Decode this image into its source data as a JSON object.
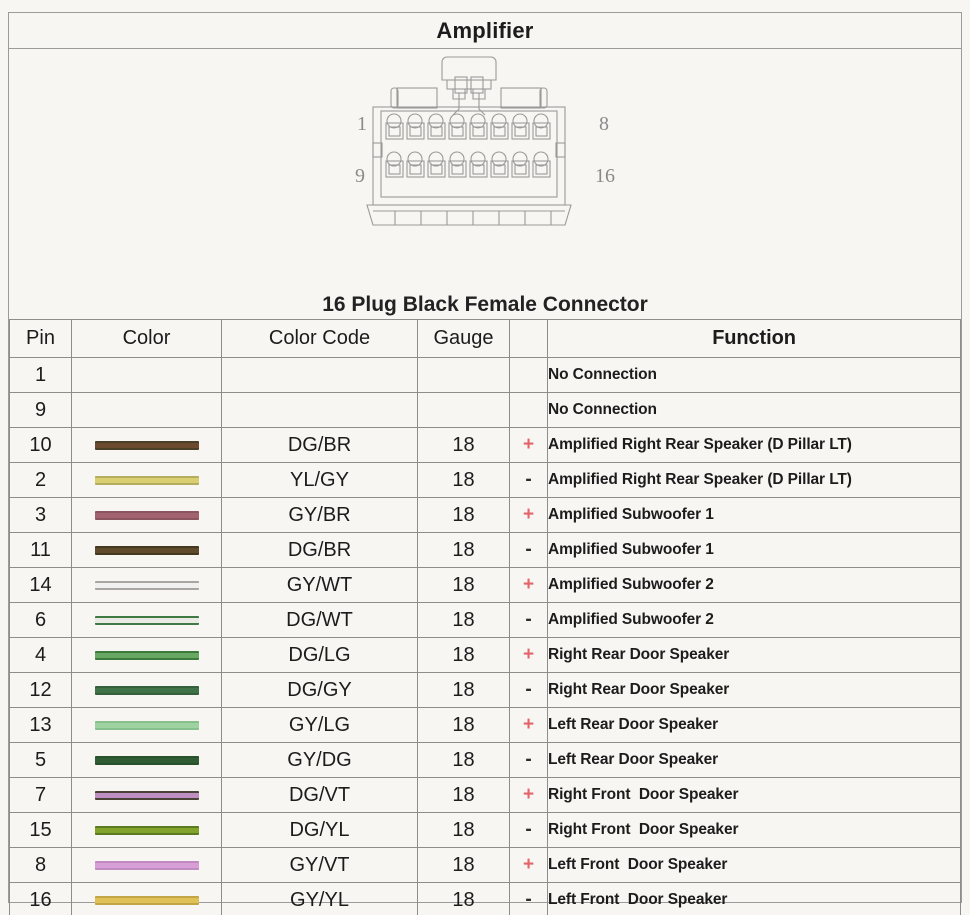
{
  "header": {
    "title": "Amplifier"
  },
  "diagram": {
    "caption": "16 Plug Black Female Connector",
    "pin_labels": {
      "top_left": "1",
      "top_right": "8",
      "bottom_left": "9",
      "bottom_right": "16"
    },
    "rows": 2,
    "columns": 8
  },
  "table": {
    "columns": [
      "Pin",
      "Color",
      "Color Code",
      "Gauge",
      "",
      "Function"
    ],
    "rows": [
      {
        "pin": "1",
        "color_code": "",
        "gauge": "",
        "polarity": "",
        "function": "No Connection",
        "wire": {
          "base": "",
          "stripe": "",
          "style": "none"
        }
      },
      {
        "pin": "9",
        "color_code": "",
        "gauge": "",
        "polarity": "",
        "function": "No Connection",
        "wire": {
          "base": "",
          "stripe": "",
          "style": "none"
        }
      },
      {
        "pin": "10",
        "color_code": "DG/BR",
        "gauge": "18",
        "polarity": "+",
        "function": "Amplified Right Rear Speaker (D Pillar LT)",
        "wire": {
          "base": "#6b4a2f",
          "stripe": "#4a4029",
          "style": "striped"
        }
      },
      {
        "pin": "2",
        "color_code": "YL/GY",
        "gauge": "18",
        "polarity": "-",
        "function": "Amplified Right Rear Speaker (D Pillar LT)",
        "wire": {
          "base": "#d9cf72",
          "stripe": "#b4ad5e",
          "style": "striped"
        }
      },
      {
        "pin": "3",
        "color_code": "GY/BR",
        "gauge": "18",
        "polarity": "+",
        "function": "Amplified Subwoofer 1",
        "wire": {
          "base": "#a2636e",
          "stripe": "#8d5560",
          "style": "striped"
        }
      },
      {
        "pin": "11",
        "color_code": "DG/BR",
        "gauge": "18",
        "polarity": "-",
        "function": "Amplified Subwoofer 1",
        "wire": {
          "base": "#5f4a2c",
          "stripe": "#43391f",
          "style": "striped"
        }
      },
      {
        "pin": "14",
        "color_code": "GY/WT",
        "gauge": "18",
        "polarity": "+",
        "function": "Amplified Subwoofer 2",
        "wire": {
          "base": "#f0f0ee",
          "stripe": "#a9a5a2",
          "style": "striped"
        }
      },
      {
        "pin": "6",
        "color_code": "DG/WT",
        "gauge": "18",
        "polarity": "-",
        "function": "Amplified Subwoofer 2",
        "wire": {
          "base": "#e9eae4",
          "stripe": "#3f7a44",
          "style": "striped"
        }
      },
      {
        "pin": "4",
        "color_code": "DG/LG",
        "gauge": "18",
        "polarity": "+",
        "function": "Right Rear Door Speaker",
        "wire": {
          "base": "#69a862",
          "stripe": "#3d7a3c",
          "style": "striped"
        }
      },
      {
        "pin": "12",
        "color_code": "DG/GY",
        "gauge": "18",
        "polarity": "-",
        "function": "Right Rear Door Speaker",
        "wire": {
          "base": "#3f7247",
          "stripe": "#35603c",
          "style": "striped"
        }
      },
      {
        "pin": "13",
        "color_code": "GY/LG",
        "gauge": "18",
        "polarity": "+",
        "function": "Left Rear Door Speaker",
        "wire": {
          "base": "#9ed3a1",
          "stripe": "#88c08c",
          "style": "striped"
        }
      },
      {
        "pin": "5",
        "color_code": "GY/DG",
        "gauge": "18",
        "polarity": "-",
        "function": "Left Rear Door Speaker",
        "wire": {
          "base": "#2f5c33",
          "stripe": "#27522c",
          "style": "striped"
        }
      },
      {
        "pin": "7",
        "color_code": "DG/VT",
        "gauge": "18",
        "polarity": "+",
        "function": "Right Front  Door Speaker",
        "wire": {
          "base": "#bf8fc4",
          "stripe": "#4a4236",
          "style": "striped"
        }
      },
      {
        "pin": "15",
        "color_code": "DG/YL",
        "gauge": "18",
        "polarity": "-",
        "function": "Right Front  Door Speaker",
        "wire": {
          "base": "#82a32c",
          "stripe": "#5c7a1f",
          "style": "striped"
        }
      },
      {
        "pin": "8",
        "color_code": "GY/VT",
        "gauge": "18",
        "polarity": "+",
        "function": "Left Front  Door Speaker",
        "wire": {
          "base": "#d89ed6",
          "stripe": "#c08bc0",
          "style": "striped"
        }
      },
      {
        "pin": "16",
        "color_code": "GY/YL",
        "gauge": "18",
        "polarity": "-",
        "function": "Left Front  Door Speaker",
        "wire": {
          "base": "#e0c158",
          "stripe": "#c2a645",
          "style": "striped"
        }
      }
    ]
  },
  "colors": {
    "plus": "#e2656a",
    "minus": "#2a2a2a",
    "border": "#8d8d8d",
    "background": "#f7f6f3"
  }
}
